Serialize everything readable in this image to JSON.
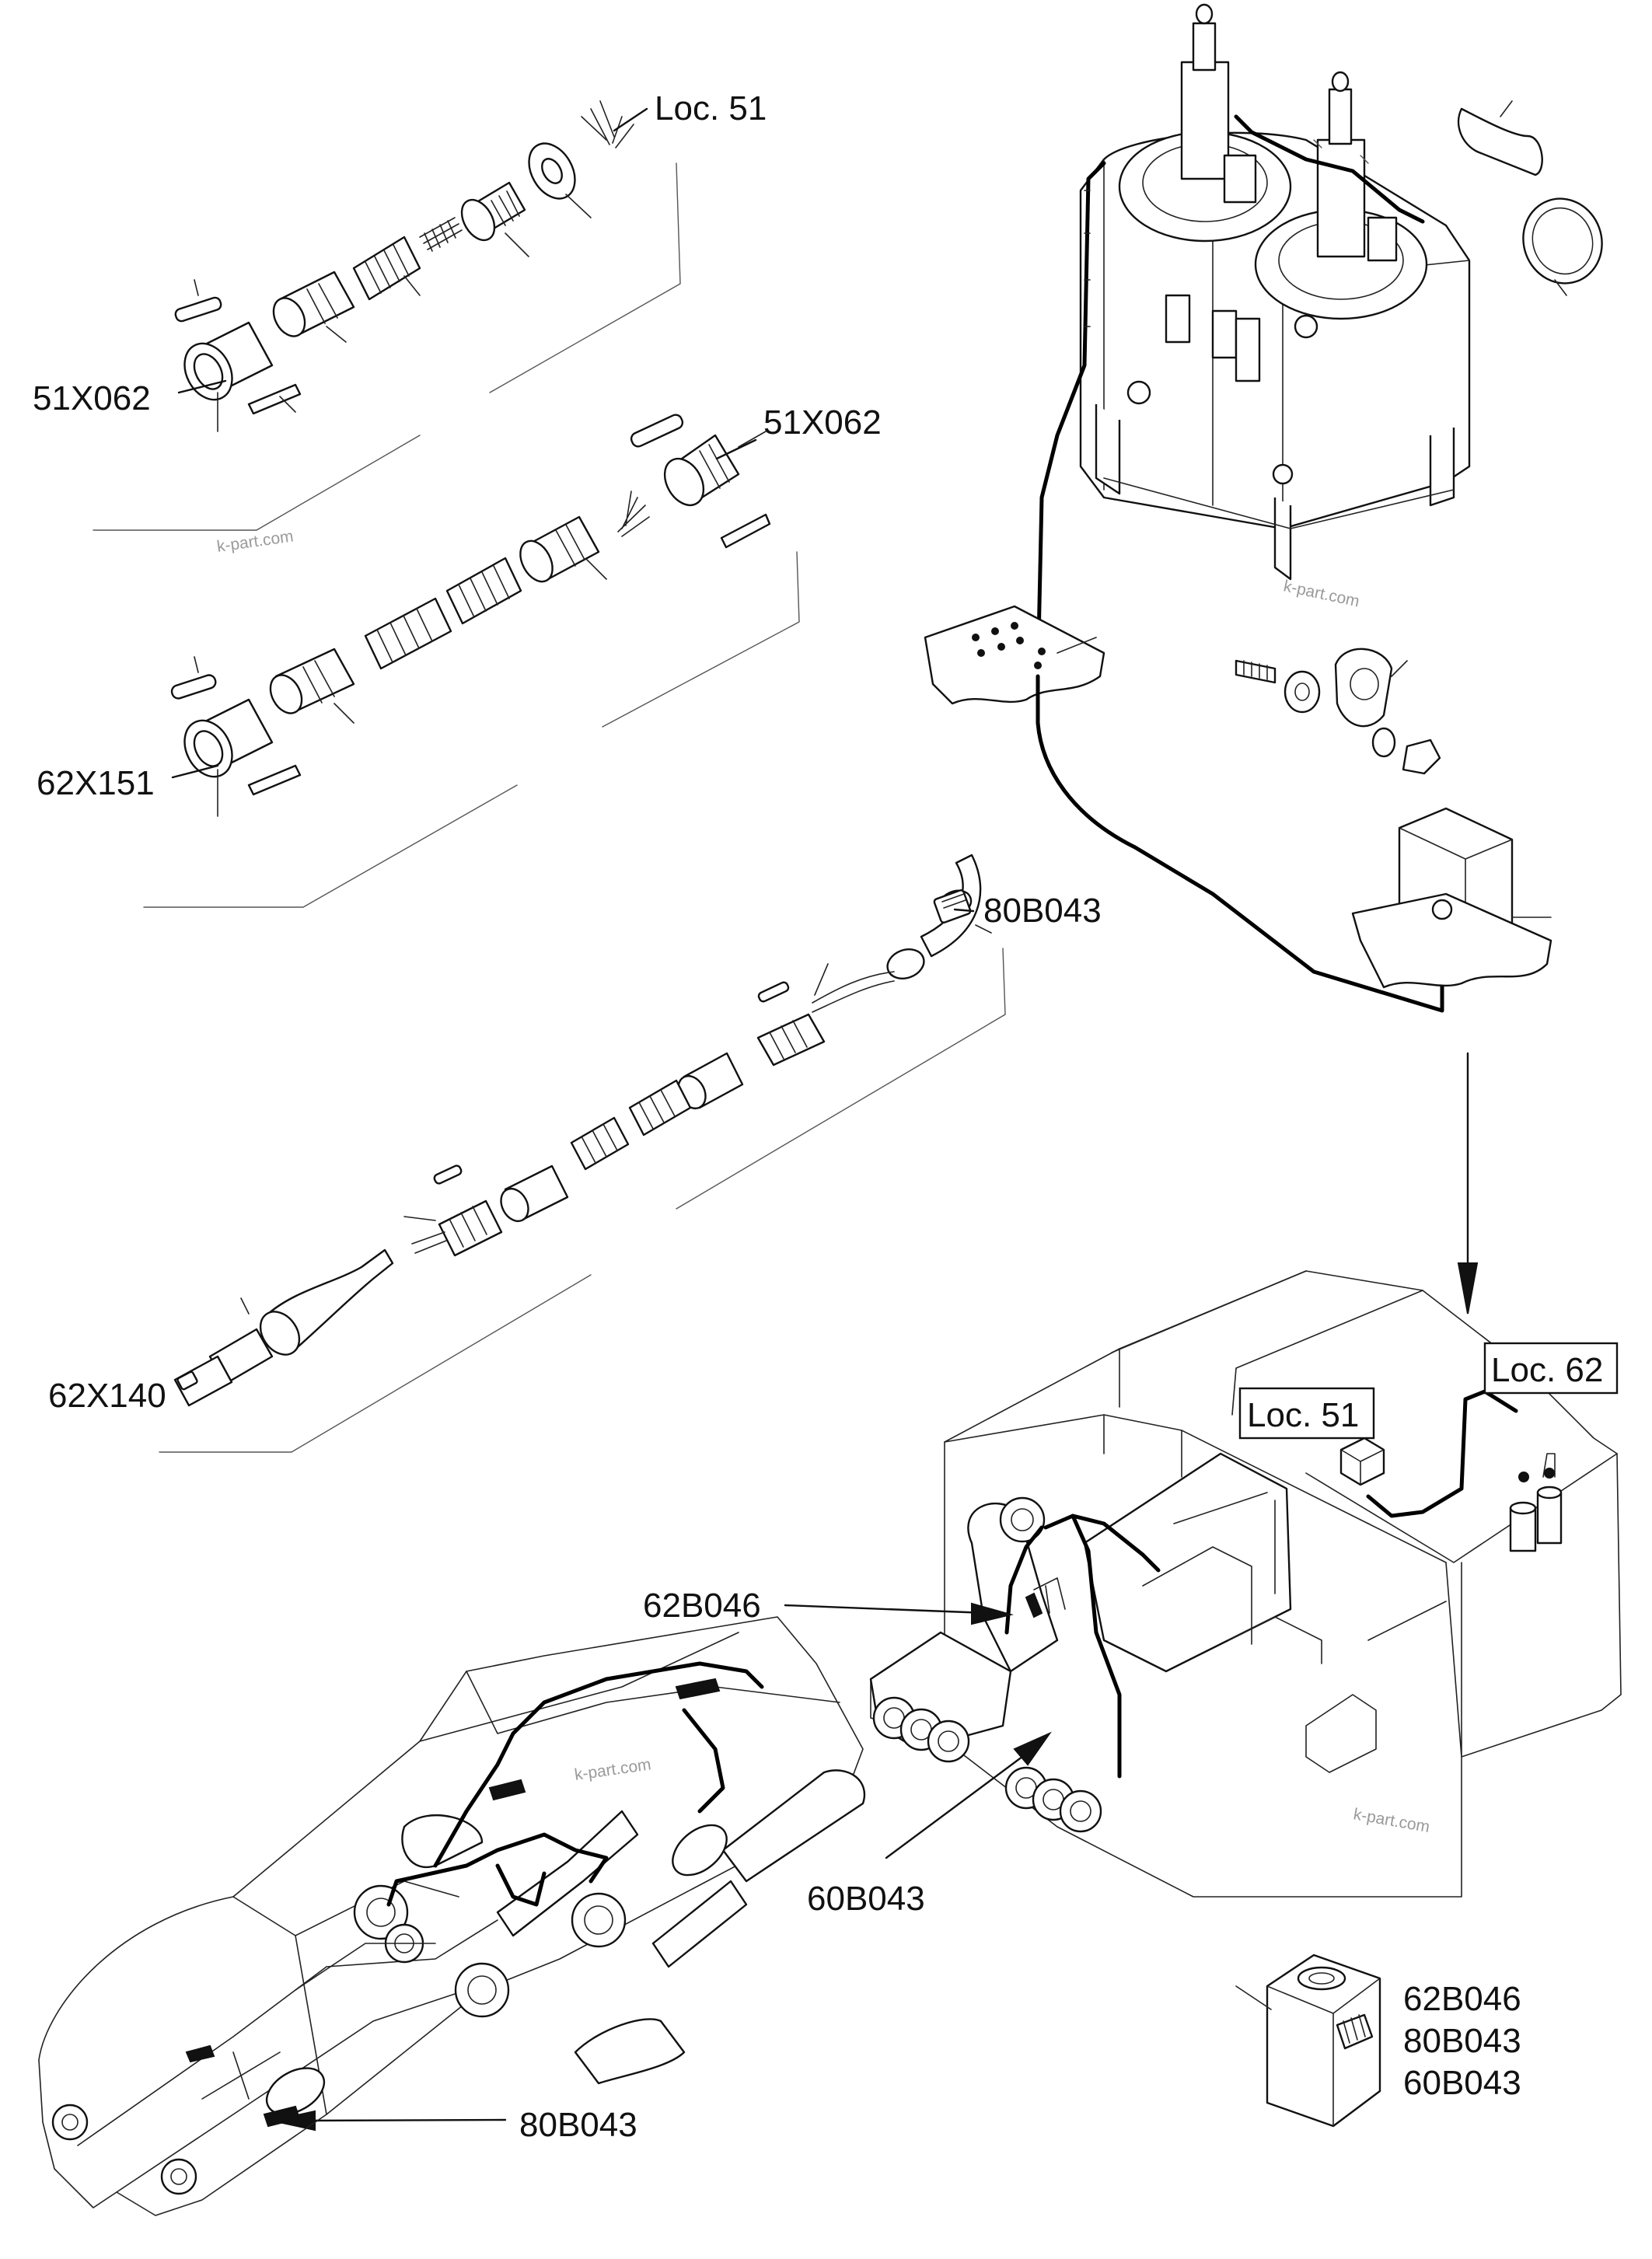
{
  "diagram": {
    "labels": {
      "loc51_top": "Loc. 51",
      "conn_51x062_left": "51X062",
      "conn_51x062_right": "51X062",
      "conn_62x151": "62X151",
      "conn_80b043_top": "80B043",
      "conn_62x140": "62X140",
      "loc62_box": "Loc. 62",
      "loc51_box": "Loc. 51",
      "callout_62b046": "62B046",
      "callout_60b043": "60B043",
      "callout_80b043_bottom": "80B043",
      "sensor_list": [
        "62B046",
        "80B043",
        "60B043"
      ]
    },
    "watermarks": [
      "k-part.com",
      "k-part.com",
      "k-part.com",
      "k-part.com"
    ]
  }
}
